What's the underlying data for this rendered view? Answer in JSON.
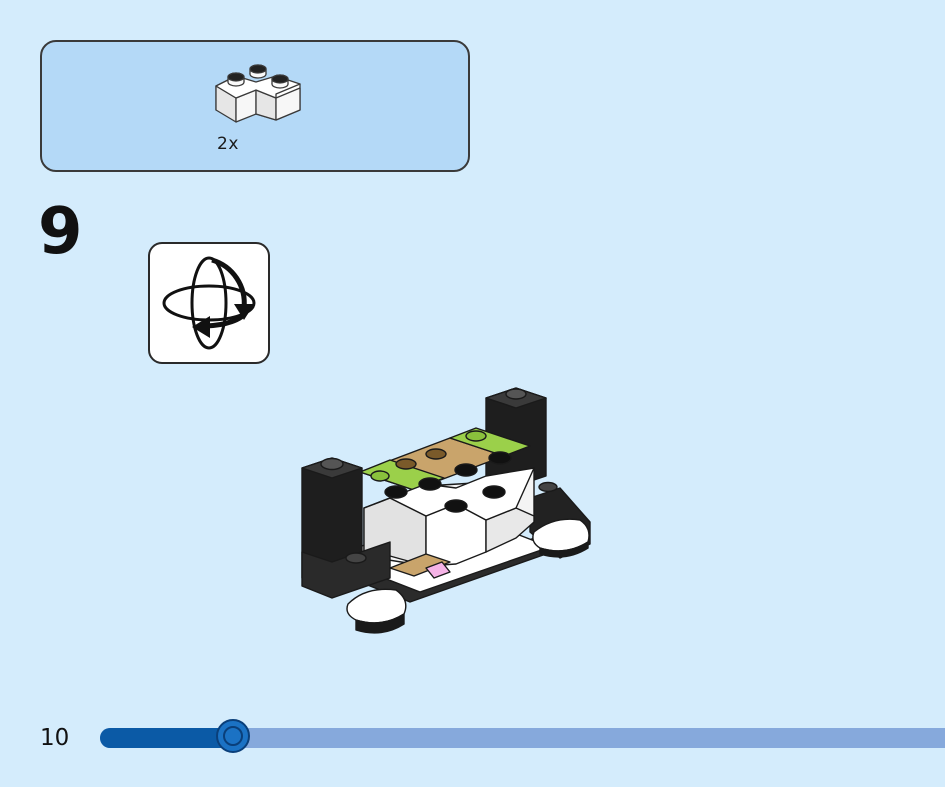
{
  "parts_list": {
    "items": [
      {
        "quantity_label": "2x",
        "part_icon": "white-corner-plate-brick-icon",
        "color": "#ffffff"
      }
    ]
  },
  "step": {
    "number": "9",
    "rotate_icon": "rotate-model-icon"
  },
  "model_icon": "assembled-model-illustration",
  "footer": {
    "page_number": "10",
    "progress_fraction": 0.16
  },
  "colors": {
    "background": "#d4ecfc",
    "parts_box": "#b4d9f7",
    "progress_fill": "#0b5aa6",
    "progress_track": "#86a9dc"
  }
}
